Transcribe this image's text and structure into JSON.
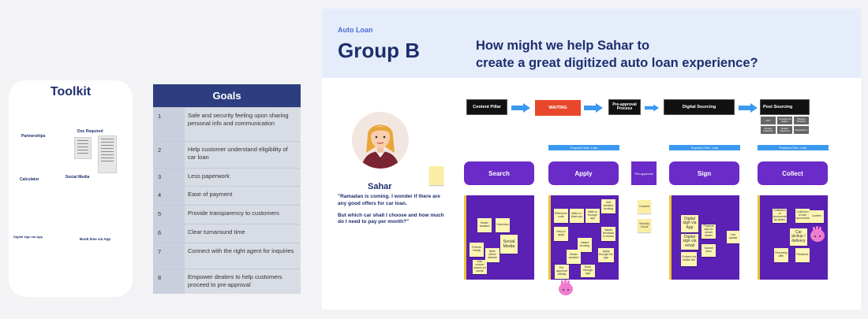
{
  "toolkit": {
    "title": "Toolkit",
    "items": [
      {
        "label": "Partnerships"
      },
      {
        "label": "Doc Required"
      },
      {
        "label": "Calculator"
      },
      {
        "label": "Social Media"
      },
      {
        "label": "Digital sign via App"
      },
      {
        "label": "Book time via App"
      }
    ]
  },
  "goals": {
    "title": "Goals",
    "rows": [
      {
        "num": "1",
        "text": "Safe and security feeling upon sharing personal info and communication"
      },
      {
        "num": "2",
        "text": "Help customer understand eligibility of car loan"
      },
      {
        "num": "3",
        "text": "Less paperwork"
      },
      {
        "num": "4",
        "text": "Ease of payment"
      },
      {
        "num": "5",
        "text": "Provide transparency to customers"
      },
      {
        "num": "6",
        "text": "Clear turnaround time"
      },
      {
        "num": "7",
        "text": "Connect with the right agent for inquiries"
      },
      {
        "num": "8",
        "text": "Empower dealers to help customers proceed to pre-approval"
      }
    ]
  },
  "board": {
    "kicker": "Auto Loan",
    "group": "Group B",
    "hmw_line1": "How might we help Sahar to",
    "hmw_line2": "create a great digitized auto loan experience?",
    "persona": {
      "name": "Sahar",
      "quote_line1": "\"Ramadan is coming. I wonder if there are any good offers for car loan.",
      "quote_line2": "But which car shall I choose and how much do I need to pay per month?\""
    },
    "flow": {
      "content_pillar": "Content Pillar",
      "waiting": "WAITING",
      "pre_approval_process": "Pre-approval Process",
      "digital_sourcing": "Digital Sourcing",
      "post_sourcing": "Post Sourcing",
      "post_sub": [
        "LPO",
        "Transferring Salary",
        "Bypass Process",
        "Cheque Collection",
        "Dealer Payment",
        "Registration"
      ]
    },
    "proposed_time": "Proposed Time: 1 day",
    "stages": {
      "search": "Search",
      "apply": "Apply",
      "pre_approval": "Pre-approval",
      "sign": "Sign",
      "collect": "Collect"
    },
    "loose_stickies": {
      "consent": "Consent",
      "security_check": "Security Check"
    },
    "search_notes": [
      "Dealer assisted",
      "Calculator",
      "Social Media",
      "Friends Family",
      "Bank offers/ website",
      "Ads/ review/ search on social"
    ],
    "apply_notes": [
      "Reference code",
      "Walk-in / Meet ups",
      "Walk-in through app",
      "Self assisted booking",
      "Help to apply",
      "Instant feedback in review",
      "Instant booking",
      "Apply through the app",
      "Dealer assisted",
      "Pre-approval validity",
      "Book through app"
    ],
    "sign_notes": [
      "Digital sign via App",
      "Physical sign for corner dealer",
      "Digital sign via email",
      "Submit docs",
      "Content via mobile link",
      "Live update"
    ],
    "collect_notes": [
      "Collection of documents by dealer",
      "Collection of loan documents",
      "Confirm",
      "Car pickup / delivery",
      "Recurring offer",
      "Feedback"
    ]
  },
  "colors": {
    "navy": "#1d2e6d",
    "purple": "#6a2bc8",
    "flow_red": "#e8472b",
    "arrow_blue": "#3b99f0",
    "sticky": "#fcf5b3"
  }
}
